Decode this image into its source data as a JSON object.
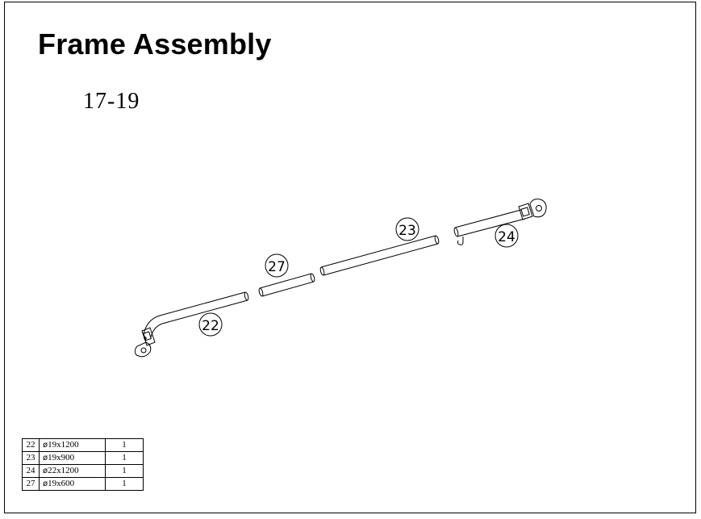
{
  "header": {
    "title": "Frame Assembly",
    "subtitle": "17-19"
  },
  "callouts": {
    "part_22": "22",
    "part_23": "23",
    "part_24": "24",
    "part_27": "27"
  },
  "parts_list": [
    {
      "no": "22",
      "dia_symbol": "ø",
      "size": "19x1200",
      "qty": "1"
    },
    {
      "no": "23",
      "dia_symbol": "ø",
      "size": "19x900",
      "qty": "1"
    },
    {
      "no": "24",
      "dia_symbol": "ø",
      "size": "22x1200",
      "qty": "1"
    },
    {
      "no": "27",
      "dia_symbol": "ø",
      "size": "19x600",
      "qty": "1"
    }
  ]
}
